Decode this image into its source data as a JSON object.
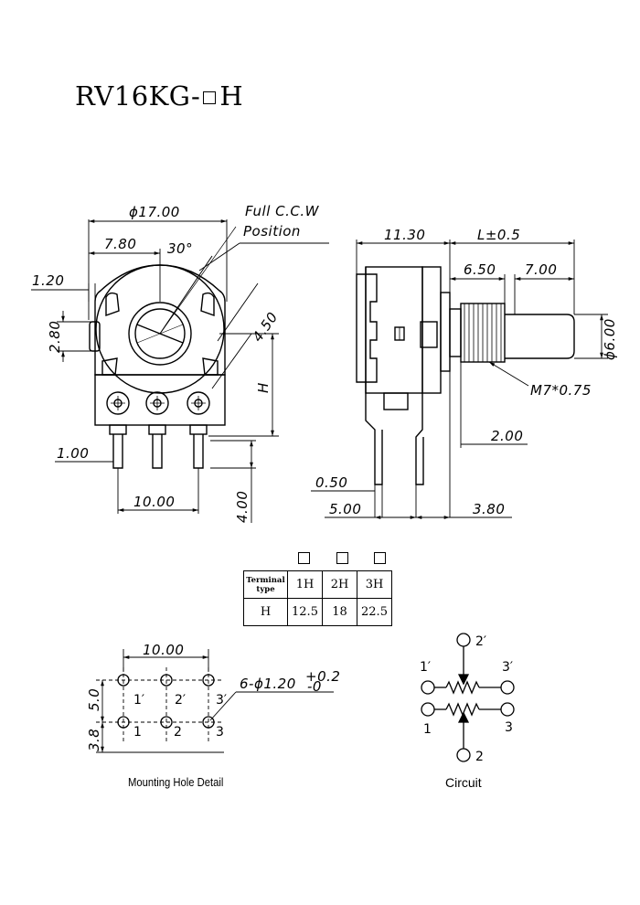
{
  "title": {
    "part": "RV16KG-",
    "suffix": "H"
  },
  "front_view": {
    "dia_body": "ϕ17.00",
    "note_line1": "Full C.C.W",
    "note_line2": "Position",
    "dim_780": "7.80",
    "angle": "30°",
    "dim_120": "1.20",
    "dim_280": "2.80",
    "dim_450": "4.50",
    "dim_h": "H",
    "dim_100": "1.00",
    "dim_1000": "10.00",
    "dim_400": "4.00"
  },
  "side_view": {
    "dim_1130": "11.30",
    "dim_l": "L±0.5",
    "dim_650": "6.50",
    "dim_700": "7.00",
    "dia_shaft": "ϕ6.00",
    "thread": "M7*0.75",
    "dim_200": "2.00",
    "dim_050": "0.50",
    "dim_500": "5.00",
    "dim_380": "3.80"
  },
  "terminal_table": {
    "header": "Terminal type",
    "types": [
      "1H",
      "2H",
      "3H"
    ],
    "row_label": "H",
    "values": [
      "12.5",
      "18",
      "22.5"
    ]
  },
  "mounting": {
    "dim_1000": "10.00",
    "dim_50": "5.0",
    "dim_38": "3.8",
    "hole_spec": "6-ϕ1.20",
    "tol_plus": "+0.2",
    "tol_minus": "-0",
    "labels_top": [
      "1′",
      "2′",
      "3′"
    ],
    "labels_bottom": [
      "1",
      "2",
      "3"
    ],
    "caption": "Mounting Hole Detail"
  },
  "circuit": {
    "labels": [
      "2′",
      "1′",
      "3′",
      "1",
      "3",
      "2"
    ],
    "caption": "Circuit"
  }
}
